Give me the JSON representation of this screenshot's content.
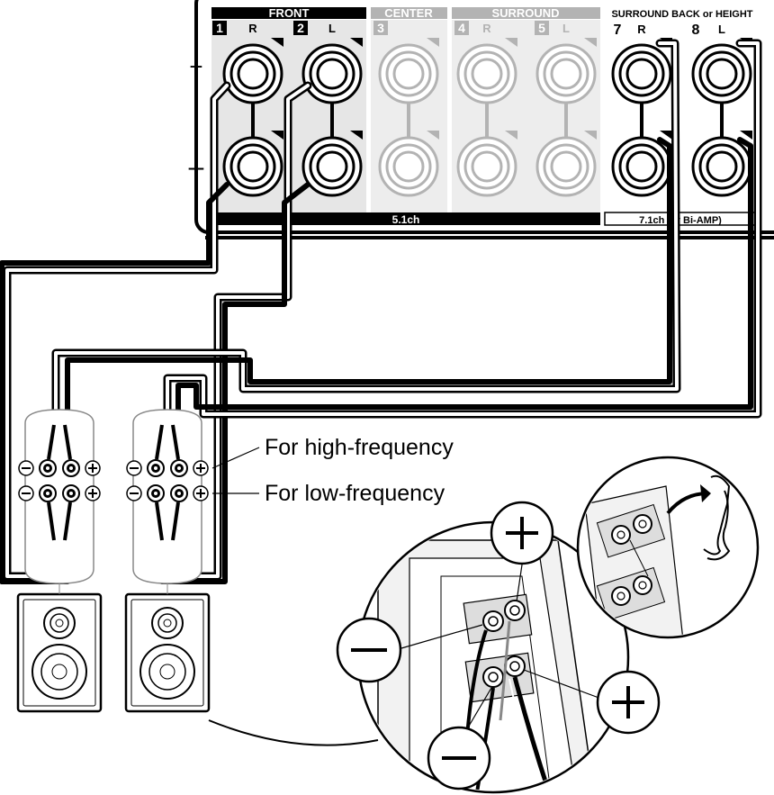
{
  "panel": {
    "groups": {
      "front": "FRONT",
      "center": "CENTER",
      "surround": "SURROUND",
      "surround_back": "SURROUND BACK or HEIGHT"
    },
    "channels": [
      {
        "num": "1",
        "side": "R"
      },
      {
        "num": "2",
        "side": "L"
      },
      {
        "num": "3",
        "side": ""
      },
      {
        "num": "4",
        "side": "R"
      },
      {
        "num": "5",
        "side": "L"
      },
      {
        "num": "7",
        "side": "R"
      },
      {
        "num": "8",
        "side": "L"
      }
    ],
    "plus_sign": "+",
    "minus_sign": "–",
    "bar_51": "5.1ch",
    "bar_71": "7.1ch (or Bi-AMP)"
  },
  "labels": {
    "high_freq": "For high-frequency",
    "low_freq": "For low-frequency"
  },
  "colors": {
    "ink": "#000000",
    "front_shade": "#e6e6e6",
    "inactive_grey": "#b3b3b3",
    "inactive_bg": "#ededed"
  }
}
